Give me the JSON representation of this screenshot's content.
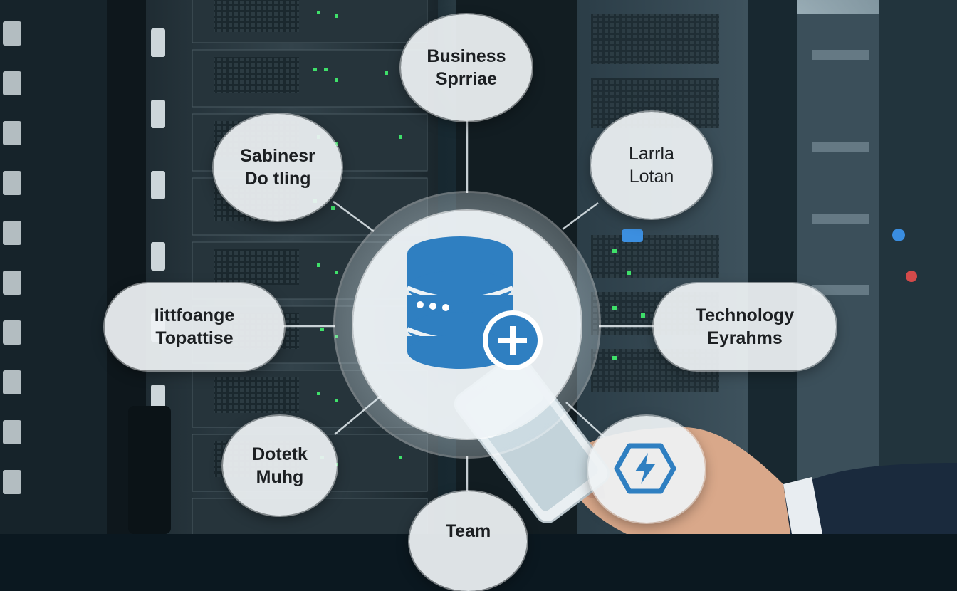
{
  "nodes": {
    "top": {
      "line1": "Business",
      "line2": "Sprriae"
    },
    "upper_left": {
      "line1": "Sabinesr",
      "line2": "Do tling"
    },
    "upper_right": {
      "line1": "Larrla",
      "line2": "Lotan"
    },
    "left": {
      "line1": "Iittfoange",
      "line2": "Topattise"
    },
    "right": {
      "line1": "Technology",
      "line2": "Eyrahms"
    },
    "lower_left": {
      "line1": "Dotetk",
      "line2": "Muhg"
    },
    "bottom": {
      "line1": "Team"
    }
  },
  "icons": {
    "hub": "database-plus-icon",
    "lower_right": "lightning-hexagon-icon"
  },
  "colors": {
    "accent": "#2f7fc1",
    "node_fill": "#eef2f4",
    "text": "#1c1f22"
  }
}
